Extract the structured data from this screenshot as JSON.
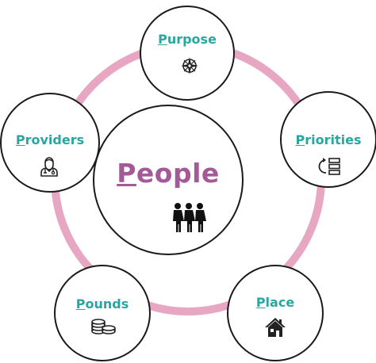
{
  "center": {
    "label": "People",
    "icon": "three-women-icon"
  },
  "nodes": {
    "purpose": {
      "label": "Purpose",
      "icon": "compass-rose-icon"
    },
    "priorities": {
      "label": "Priorities",
      "icon": "refresh-list-icon"
    },
    "providers": {
      "label": "Providers",
      "icon": "clinician-icon"
    },
    "pounds": {
      "label": "Pounds",
      "icon": "coin-stack-icon"
    },
    "place": {
      "label": "Place",
      "icon": "house-icon"
    }
  },
  "colors": {
    "ring": "#e7a7c2",
    "center_text": "#a35a96",
    "node_text": "#2aa6a0",
    "outline": "#1a1a1a"
  }
}
